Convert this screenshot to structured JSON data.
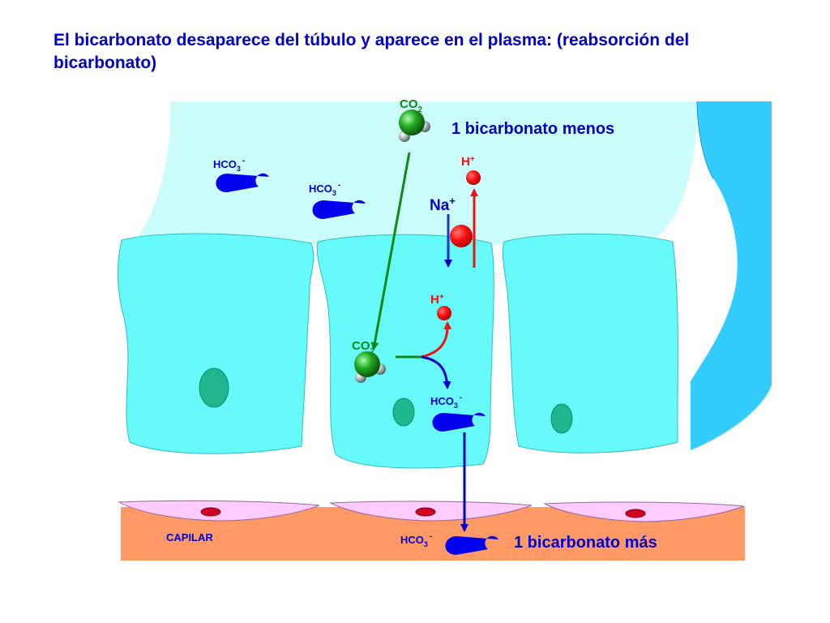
{
  "title": "El bicarbonato desaparece del túbulo y aparece en el plasma: (reabsorción del bicarbonato)",
  "colors": {
    "title_text": "#0000cc",
    "lumen": "#ccfdfd",
    "tubule_wall": "#33ccff",
    "cell": "#66fafa",
    "nucleus": "#1fb78f",
    "capillary": "#ff9966",
    "endothelium": "#ffccff",
    "rbc": "#cc0022",
    "hco3": "#0000ee",
    "co2_sphere": "#22aa22",
    "h_ion": "#ff1111",
    "exchanger": "#ff0000",
    "co2_path": "#118811",
    "h_path": "#ee1111",
    "hco3_path": "#0000cc",
    "label_text": "#0000cc",
    "co2_label": "#118811",
    "h_label": "#ee1111"
  },
  "icons": {
    "co2_molecule": "co2-molecule-icon",
    "hco3_ion": "hco3-ion-icon",
    "h_ion": "h-ion-icon",
    "exchanger": "na-h-exchanger-icon"
  },
  "labels": {
    "co2_lumen_base": "CO",
    "co2_lumen_sub": "2",
    "bicarbonato_menos": "1 bicarbonato menos",
    "h_lumen_base": "H",
    "h_lumen_sup": "+",
    "na_base": "Na",
    "na_sup": "+",
    "hco3_lumen1_base": "HCO",
    "hco3_lumen1_sub": "3",
    "hco3_lumen1_sup": "-",
    "hco3_lumen2_base": "HCO",
    "hco3_lumen2_sub": "3",
    "hco3_lumen2_sup": "-",
    "h_cell_base": "H",
    "h_cell_sup": "+",
    "co2_cell_base": "CO",
    "co2_cell_sub": "2",
    "hco3_cell_base": "HCO",
    "hco3_cell_sub": "3",
    "hco3_cell_sup": "-",
    "capilar": "CAPILAR",
    "hco3_plasma_base": "HCO",
    "hco3_plasma_sub": "3",
    "hco3_plasma_sup": "-",
    "bicarbonato_mas": "1 bicarbonato más"
  }
}
